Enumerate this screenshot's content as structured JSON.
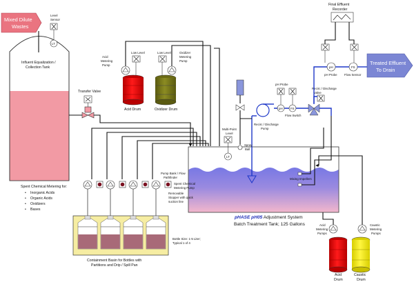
{
  "labels": {
    "mixed_dilute_wastes": [
      "Mixed Dilute",
      "Wastes"
    ],
    "level_sensor": [
      "Level",
      "Sensor"
    ],
    "lt_symbol": "LT",
    "influent_tank": [
      "Influent Equalization /",
      "Collection Tank"
    ],
    "transfer_valve": "Transfer Valve",
    "acid_metering_pump_top": [
      "Acid",
      "Metering",
      "Pump"
    ],
    "low_level_1": "Low Level",
    "low_level_2": "Low Level",
    "oxidizer_metering_pump": [
      "Oxidizer",
      "Metering",
      "Pump"
    ],
    "acid_drum_top": "Acid Drum",
    "oxidizer_drum": "Oxidizer Drum",
    "final_effluent_recorder": [
      "Final Effluent",
      "Recorder"
    ],
    "treated_effluent": [
      "Treated Effluent",
      "To Drain"
    ],
    "ph_probe_right": "pH Probe",
    "flow_sensor": "Flow Sensor",
    "ph_symbol": "pH",
    "fs_symbol": "FS",
    "ph_probe_mid": "pH Probe",
    "flow_switch": "Flow Switch",
    "recirc_discharge_valve": [
      "Recirc / Discharge",
      "Valve"
    ],
    "recirc_discharge_pump": [
      "Recirc / Discharge",
      "Pump"
    ],
    "multi_point_level": [
      "Multi-Point",
      "Level"
    ],
    "spray_ball": [
      "Spray",
      "Ball"
    ],
    "pump_bank_caption": [
      "Pump Bank / Flow",
      "Pathfinder"
    ],
    "spent_chem_pump": [
      "Spent Chemical",
      "Metering Pump"
    ],
    "removable_stopper": [
      "Removable",
      "Stopper with quick",
      "suction line"
    ],
    "mixing_impellers": "Mixing Impellers",
    "spent_chem_metering_for": "Spent Chemical Metering for:",
    "spent_chem_items": [
      "Inorganic Acids",
      "Organic Acids",
      "Oxidizers",
      "Bases"
    ],
    "system_title_brand": "pHASE pH05",
    "system_title_rest": " Adjustment System",
    "batch_tank": "Batch Treatment Tank; 125 Gallons",
    "containment_basin": [
      "Containment Basin for Bottles with",
      "Partitions and Drip / Spill Pan"
    ],
    "bottle_size": [
      "Bottle Size: 1-5 Liter;",
      "Typical 1 of 4"
    ],
    "acid_metering_pumps_bottom": [
      "Acid",
      "Metering",
      "Pumps"
    ],
    "caustic_metering_pumps": [
      "Caustic",
      "Metering",
      "Pumps"
    ],
    "acid_drum_bottom": [
      "Acid",
      "Drum"
    ],
    "caustic_drum": [
      "Caustic",
      "Drum"
    ]
  },
  "colors": {
    "waste_tank_fill": "#f29aa4",
    "acid_drum": "#e00000",
    "oxidizer_drum": "#7a7a1a",
    "acid_drum_bottom": "#e00000",
    "caustic_drum": "#f0ea10",
    "treatment_tank_top": "#7d7de6",
    "treatment_tank_bottom": "#f2b2cc",
    "arrow_fill": "#7b86d4",
    "basin_fill": "#f6eda2",
    "bottle_liquid": "#a86a78"
  }
}
